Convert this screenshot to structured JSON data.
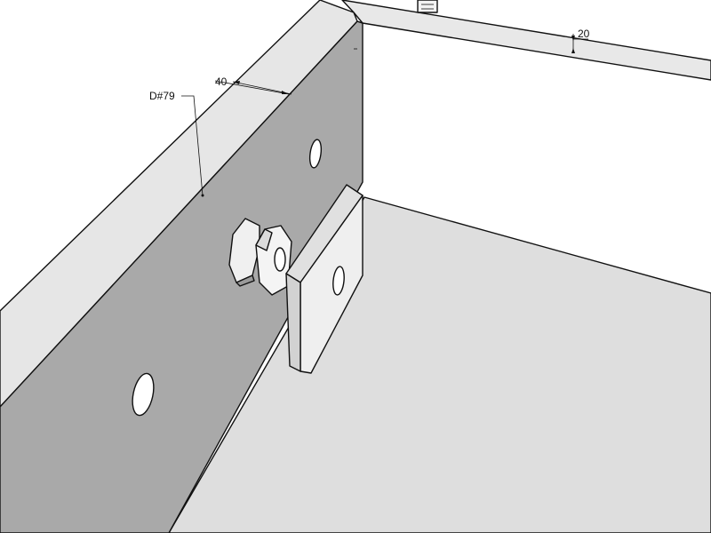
{
  "annotations": {
    "part_label": "D#79",
    "width_dimension": "40",
    "thickness_dimension": "20"
  },
  "colors": {
    "background": "#ffffff",
    "floor": "#dedede",
    "panel_face": "#a9a9a9",
    "panel_top": "#e6e6e6",
    "bracket_face": "#efefef",
    "bracket_side": "#d2d2d2",
    "hole_fill": "#ffffff",
    "line": "#111111"
  }
}
